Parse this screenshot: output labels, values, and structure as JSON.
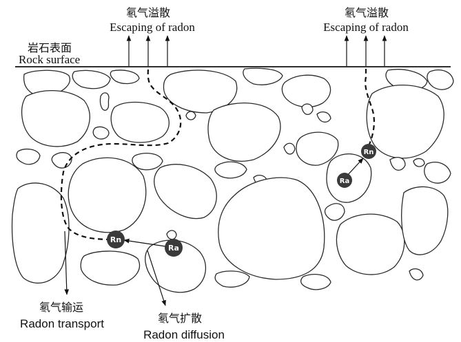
{
  "labels": {
    "escape_left_cn": "氡气溢散",
    "escape_left_en": "Escaping of radon",
    "escape_right_cn": "氡气溢散",
    "escape_right_en": "Escaping of radon",
    "surface_cn": "岩石表面",
    "surface_en": "Rock surface",
    "transport_cn": "氡气输运",
    "transport_en": "Radon transport",
    "diffusion_cn": "氡气扩散",
    "diffusion_en": "Radon diffusion"
  },
  "atoms": {
    "radium": "Ra",
    "radon": "Rn"
  },
  "colors": {
    "line": "#111111",
    "atom_fill": "#3a3a3a"
  }
}
